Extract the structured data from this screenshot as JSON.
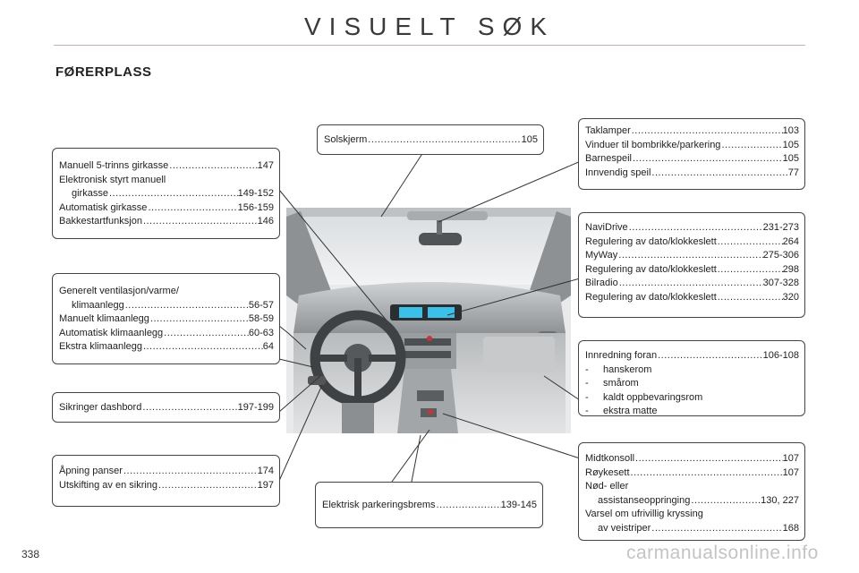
{
  "header": {
    "title": "VISUELT SØK",
    "section": "FØRERPLASS"
  },
  "page_number": "338",
  "watermark": "carmanualsonline.info",
  "callouts": {
    "solskjerm": {
      "items": [
        {
          "label": "Solskjerm",
          "page": "105"
        }
      ]
    },
    "taklamper": {
      "items": [
        {
          "label": "Taklamper",
          "page": "103"
        },
        {
          "label": "Vinduer til bombrikke/parkering",
          "page": "105"
        },
        {
          "label": "Barnespeil",
          "page": "105"
        },
        {
          "label": "Innvendig speil",
          "page": "77"
        }
      ]
    },
    "girkasse": {
      "items": [
        {
          "label": "Manuell 5-trinns girkasse",
          "page": "147"
        },
        {
          "label": "Elektronisk styrt manuell",
          "label2": "girkasse",
          "page": "149-152"
        },
        {
          "label": "Automatisk girkasse",
          "page": "156-159"
        },
        {
          "label": "Bakkestartfunksjon",
          "page": "146"
        }
      ]
    },
    "navidrive": {
      "items": [
        {
          "label": "NaviDrive",
          "page": "231-273"
        },
        {
          "label": "Regulering av dato/klokkeslett",
          "page": "264"
        },
        {
          "label": "MyWay",
          "page": "275-306"
        },
        {
          "label": "Regulering av dato/klokkeslett",
          "page": "298"
        },
        {
          "label": "Bilradio",
          "page": "307-328"
        },
        {
          "label": "Regulering av dato/klokkeslett",
          "page": "320"
        }
      ]
    },
    "ventilasjon": {
      "items": [
        {
          "label": "Generelt ventilasjon/varme/",
          "label2": "klimaanlegg",
          "page": "56-57"
        },
        {
          "label": "Manuelt klimaanlegg",
          "page": "58-59"
        },
        {
          "label": "Automatisk klimaanlegg",
          "page": "60-63"
        },
        {
          "label": "Ekstra klimaanlegg",
          "page": "64"
        }
      ]
    },
    "innredning": {
      "label": "Innredning foran",
      "page": "106-108",
      "bullets": [
        "hanskerom",
        "smårom",
        "kaldt oppbevaringsrom",
        "ekstra matte"
      ],
      "dash": "-"
    },
    "sikringer": {
      "items": [
        {
          "label": "Sikringer dashbord",
          "page": "197-199"
        }
      ]
    },
    "apning": {
      "items": [
        {
          "label": "Åpning panser",
          "page": "174"
        },
        {
          "label": "Utskifting av en sikring",
          "page": "197"
        }
      ]
    },
    "brems": {
      "items": [
        {
          "label": "Elektrisk parkeringsbrems",
          "page": "139-145"
        }
      ]
    },
    "midtkonsoll": {
      "items": [
        {
          "label": "Midtkonsoll",
          "page": "107"
        },
        {
          "label": "Røykesett",
          "page": "107"
        },
        {
          "label": "Nød- eller",
          "label2": "assistanseoppringing",
          "page": "130, 227"
        },
        {
          "label": "Varsel om ufrivillig kryssing",
          "label2": "av veistriper",
          "page": "168"
        }
      ]
    }
  },
  "colors": {
    "accent_rule": "#d3a9b9",
    "screen": "#3cc0e8",
    "vent_light": "#e8c020"
  }
}
